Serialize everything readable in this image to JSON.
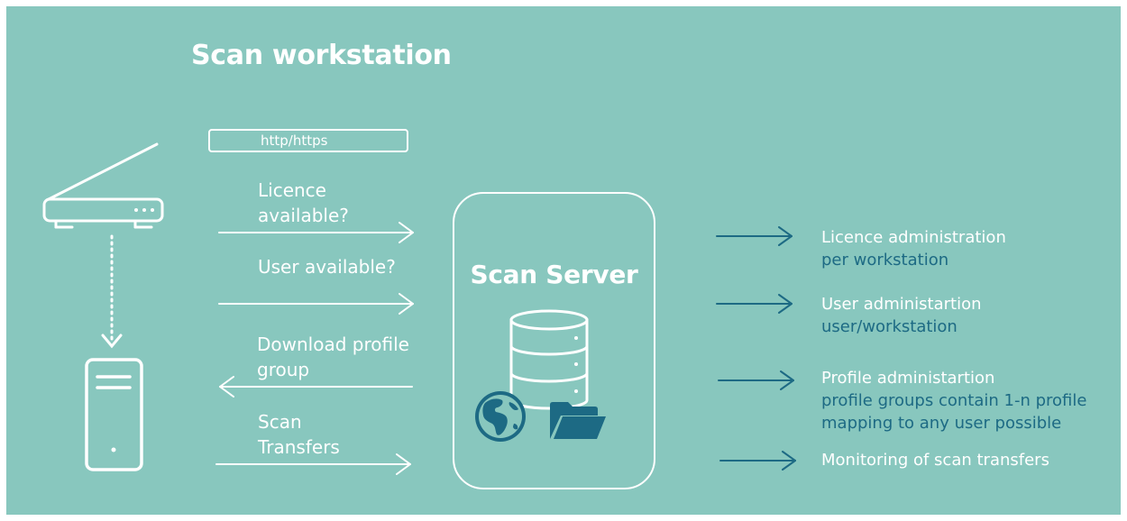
{
  "title": "Scan workstation",
  "protocol_label": "http/https",
  "server": {
    "title": "Scan Server",
    "icons": [
      "database-icon",
      "globe-icon",
      "folder-icon"
    ]
  },
  "flows": [
    {
      "label_line1": "Licence",
      "label_line2": "available?",
      "direction": "to-server"
    },
    {
      "label_line1": "User available?",
      "direction": "to-server"
    },
    {
      "label_line1": "Download profile",
      "label_line2": "group",
      "direction": "to-client"
    },
    {
      "label_line1": "Scan",
      "label_line2": "Transfers",
      "direction": "to-server"
    }
  ],
  "features": [
    {
      "title": "Licence administration",
      "sub": [
        "per workstation"
      ]
    },
    {
      "title": "User administartion",
      "sub": [
        "user/workstation"
      ]
    },
    {
      "title": "Profile administartion",
      "sub": [
        "profile groups contain 1-n profile",
        "mapping to any user possible"
      ]
    },
    {
      "title": "Monitoring of  scan transfers",
      "sub": []
    }
  ],
  "colors": {
    "background": "#88c7be",
    "foreground": "#ffffff",
    "accent": "#1d6a84"
  },
  "devices": [
    "scanner-icon",
    "computer-tower-icon"
  ]
}
